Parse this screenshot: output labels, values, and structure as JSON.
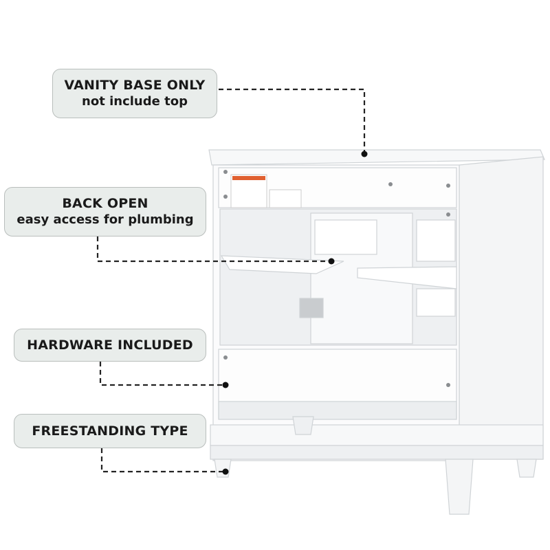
{
  "callouts": [
    {
      "title": "VANITY BASE ONLY",
      "subtitle": "not include top"
    },
    {
      "title": "BACK OPEN",
      "subtitle": "easy access for plumbing"
    },
    {
      "title": "HARDWARE INCLUDED"
    },
    {
      "title": "FREESTANDING TYPE"
    }
  ],
  "colors": {
    "callout_bg": "#e9edeb",
    "callout_border": "#b9bebc",
    "text": "#1a1a1a",
    "cabinet": "#ffffff",
    "cabinet_shadow": "#e6e8ea"
  }
}
